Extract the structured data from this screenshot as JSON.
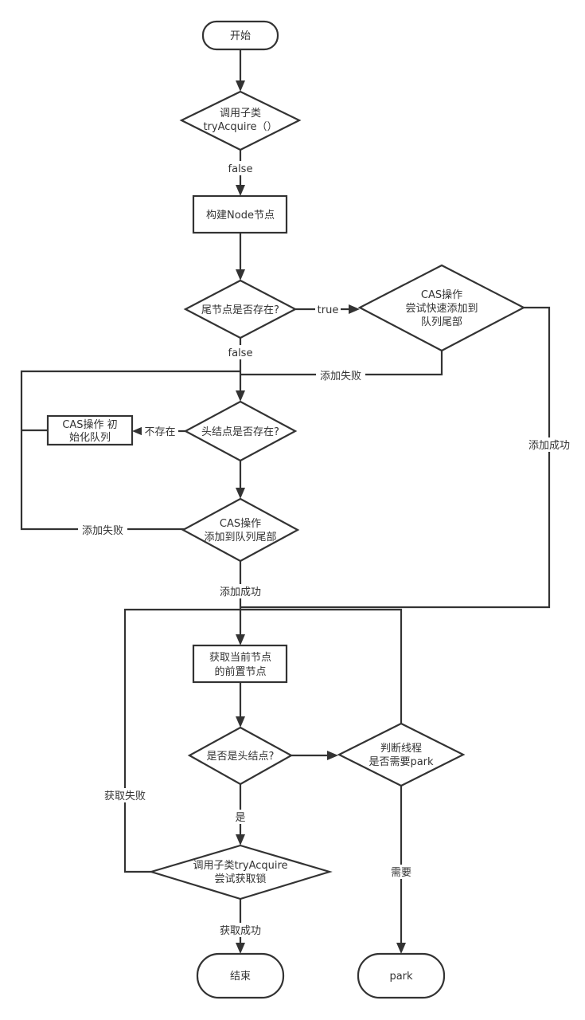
{
  "nodes": {
    "start": "开始",
    "try_acquire": [
      "调用子类",
      "tryAcquire（）"
    ],
    "build_node": "构建Node节点",
    "tail_exists": "尾节点是否存在?",
    "cas_fast": [
      "CAS操作",
      "尝试快速添加到",
      "队列尾部"
    ],
    "init_queue": [
      "CAS操作 初",
      "始化队列"
    ],
    "head_exists": "头结点是否存在?",
    "cas_add_tail": [
      "CAS操作",
      "添加到队列尾部"
    ],
    "get_prev": [
      "获取当前节点",
      "的前置节点"
    ],
    "is_head": "是否是头结点?",
    "should_park": [
      "判断线程",
      "是否需要park"
    ],
    "retry_acquire": [
      "调用子类tryAcquire",
      "尝试获取锁"
    ],
    "end": "结束",
    "park": "park"
  },
  "edge_labels": {
    "false_1": "false",
    "true_1": "true",
    "false_2": "false",
    "add_fail_1": "添加失败",
    "add_success_1": "添加成功",
    "not_exist": "不存在",
    "add_fail_2": "添加失败",
    "add_success_2": "添加成功",
    "yes": "是",
    "acquire_fail": "获取失败",
    "need": "需要",
    "acquire_success": "获取成功"
  }
}
